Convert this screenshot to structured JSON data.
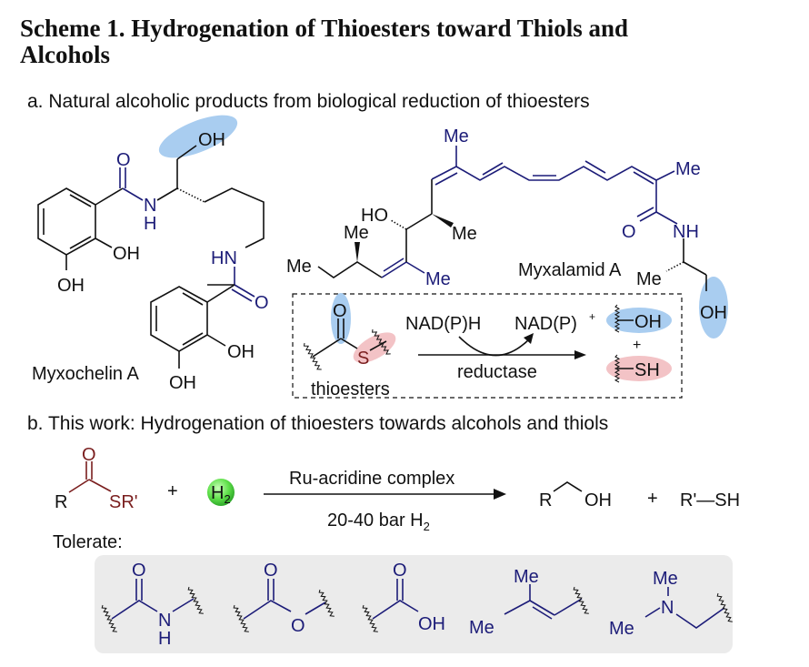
{
  "title": {
    "line1": "Scheme 1. Hydrogenation of Thioesters toward Thiols and",
    "line2": "Alcohols"
  },
  "section_a": {
    "label": "a. Natural alcoholic products from biological reduction of thioesters",
    "myxochelin_name": "Myxochelin A",
    "myxalamid_name": "Myxalamid A",
    "box": {
      "substrate_label": "thioesters",
      "cofactor_in": "NAD(P)H",
      "cofactor_out": "NAD(P)",
      "cofactor_out_charge": "+",
      "enzyme": "reductase",
      "product_alcohol": "OH",
      "plus": "+",
      "product_thiol": "SH"
    }
  },
  "section_b": {
    "label": "b. This work: Hydrogenation of thioesters towards alcohols and thiols",
    "reactant_r": "R",
    "reactant_sr": "SR'",
    "plus": "+",
    "h2": "H",
    "h2_sub": "2",
    "catalyst": "Ru-acridine complex",
    "conditions": "20-40 bar H",
    "conditions_sub": "2",
    "product_r": "R",
    "product_oh": "OH",
    "product_thiol": "R'—SH",
    "tolerate_label": "Tolerate:"
  },
  "atoms": {
    "O": "O",
    "OH": "OH",
    "HO": "HO",
    "N": "N",
    "H": "H",
    "HN": "HN",
    "NH": "NH",
    "Me": "Me",
    "S": "S"
  },
  "colors": {
    "structure_accent": "#1c1c78",
    "thioester_accent": "#7a1e1e",
    "highlight_blue": "#a9cdf0",
    "highlight_pink": "#f3c3c6",
    "h2_green": "#5fe04a",
    "tolerate_box": "#ebebeb"
  }
}
